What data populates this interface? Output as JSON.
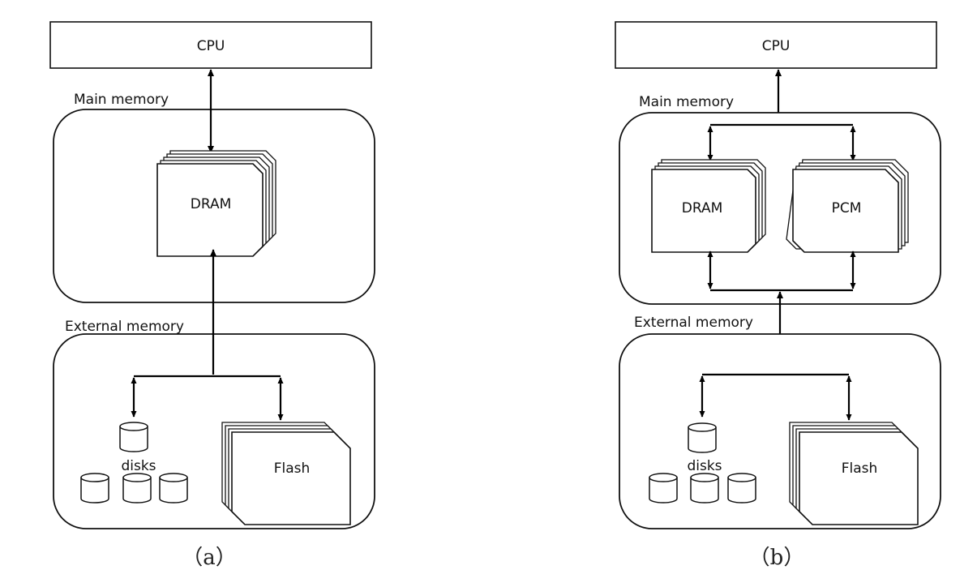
{
  "panel_a": {
    "cpu": "CPU",
    "main_memory": "Main memory",
    "dram": "DRAM",
    "external_memory": "External memory",
    "disks": "disks",
    "flash": "Flash",
    "caption": "（a）"
  },
  "panel_b": {
    "cpu": "CPU",
    "main_memory": "Main memory",
    "dram": "DRAM",
    "pcm": "PCM",
    "external_memory": "External memory",
    "disks": "disks",
    "flash": "Flash",
    "caption": "（b）"
  }
}
